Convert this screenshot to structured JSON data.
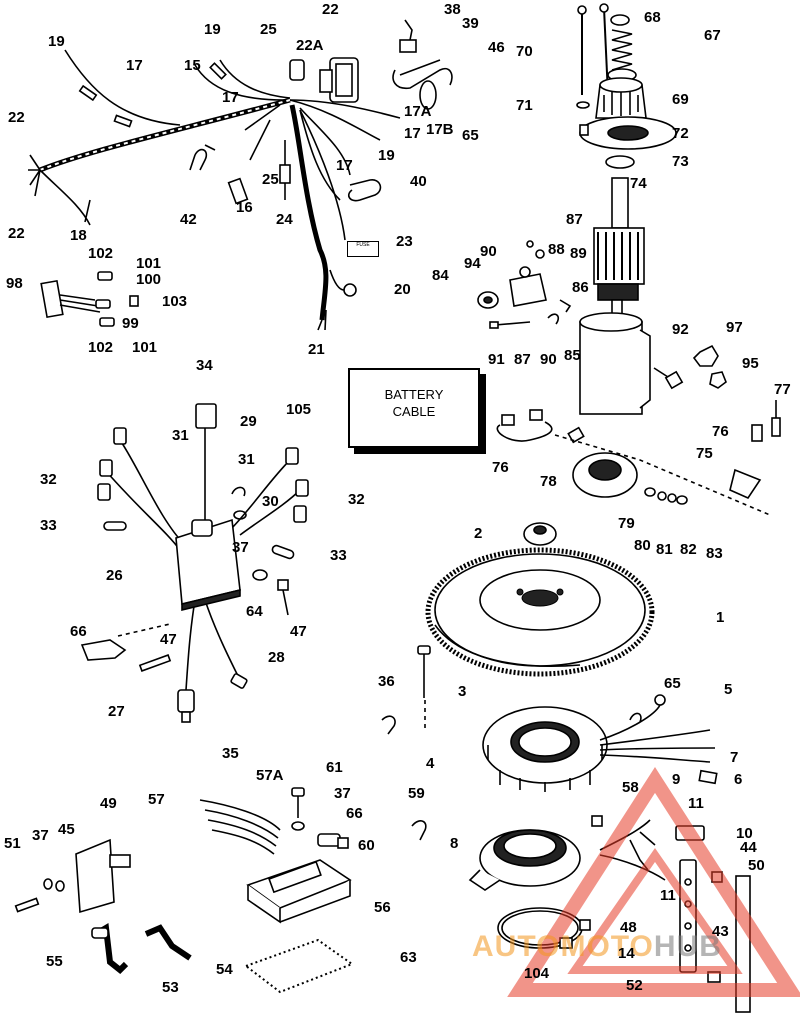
{
  "diagram": {
    "battery_cable_label": "BATTERY\nCABLE",
    "fuse_tag_text": "FUSE",
    "watermark": {
      "part1": "AUTO",
      "part2": "MOTO",
      "part3": "HUB"
    },
    "callouts": [
      {
        "id": "c-38",
        "text": "38"
      },
      {
        "id": "c-39",
        "text": "39"
      },
      {
        "id": "c-46",
        "text": "46"
      },
      {
        "id": "c-22-top",
        "text": "22"
      },
      {
        "id": "c-22a",
        "text": "22A"
      },
      {
        "id": "c-25-top",
        "text": "25"
      },
      {
        "id": "c-19-tl",
        "text": "19"
      },
      {
        "id": "c-17-tl",
        "text": "17"
      },
      {
        "id": "c-15",
        "text": "15"
      },
      {
        "id": "c-19-t",
        "text": "19"
      },
      {
        "id": "c-17-t",
        "text": "17"
      },
      {
        "id": "c-17a",
        "text": "17A"
      },
      {
        "id": "c-17b",
        "text": "17B"
      },
      {
        "id": "c-65-top",
        "text": "65"
      },
      {
        "id": "c-17-r",
        "text": "17"
      },
      {
        "id": "c-19-r",
        "text": "19"
      },
      {
        "id": "c-17-m",
        "text": "17"
      },
      {
        "id": "c-22-l1",
        "text": "22"
      },
      {
        "id": "c-22-l2",
        "text": "22"
      },
      {
        "id": "c-18",
        "text": "18"
      },
      {
        "id": "c-42",
        "text": "42"
      },
      {
        "id": "c-16",
        "text": "16"
      },
      {
        "id": "c-25-m",
        "text": "25"
      },
      {
        "id": "c-24",
        "text": "24"
      },
      {
        "id": "c-40",
        "text": "40"
      },
      {
        "id": "c-23",
        "text": "23"
      },
      {
        "id": "c-20",
        "text": "20"
      },
      {
        "id": "c-21",
        "text": "21"
      },
      {
        "id": "c-70",
        "text": "70"
      },
      {
        "id": "c-68",
        "text": "68"
      },
      {
        "id": "c-67",
        "text": "67"
      },
      {
        "id": "c-71",
        "text": "71"
      },
      {
        "id": "c-69",
        "text": "69"
      },
      {
        "id": "c-72",
        "text": "72"
      },
      {
        "id": "c-73",
        "text": "73"
      },
      {
        "id": "c-74",
        "text": "74"
      },
      {
        "id": "c-87-t",
        "text": "87"
      },
      {
        "id": "c-90-t",
        "text": "90"
      },
      {
        "id": "c-88",
        "text": "88"
      },
      {
        "id": "c-89",
        "text": "89"
      },
      {
        "id": "c-94",
        "text": "94"
      },
      {
        "id": "c-84",
        "text": "84"
      },
      {
        "id": "c-86",
        "text": "86"
      },
      {
        "id": "c-91",
        "text": "91"
      },
      {
        "id": "c-87-b",
        "text": "87"
      },
      {
        "id": "c-90-b",
        "text": "90"
      },
      {
        "id": "c-85",
        "text": "85"
      },
      {
        "id": "c-92",
        "text": "92"
      },
      {
        "id": "c-97",
        "text": "97"
      },
      {
        "id": "c-95",
        "text": "95"
      },
      {
        "id": "c-77",
        "text": "77"
      },
      {
        "id": "c-76-r",
        "text": "76"
      },
      {
        "id": "c-75",
        "text": "75"
      },
      {
        "id": "c-76-l",
        "text": "76"
      },
      {
        "id": "c-78",
        "text": "78"
      },
      {
        "id": "c-79",
        "text": "79"
      },
      {
        "id": "c-80",
        "text": "80"
      },
      {
        "id": "c-81",
        "text": "81"
      },
      {
        "id": "c-82",
        "text": "82"
      },
      {
        "id": "c-83",
        "text": "83"
      },
      {
        "id": "c-102-t",
        "text": "102"
      },
      {
        "id": "c-101-t",
        "text": "101"
      },
      {
        "id": "c-100",
        "text": "100"
      },
      {
        "id": "c-98",
        "text": "98"
      },
      {
        "id": "c-103",
        "text": "103"
      },
      {
        "id": "c-99",
        "text": "99"
      },
      {
        "id": "c-102-b",
        "text": "102"
      },
      {
        "id": "c-101-b",
        "text": "101"
      },
      {
        "id": "c-105",
        "text": "105"
      },
      {
        "id": "c-34",
        "text": "34"
      },
      {
        "id": "c-29",
        "text": "29"
      },
      {
        "id": "c-31-l",
        "text": "31"
      },
      {
        "id": "c-31-r",
        "text": "31"
      },
      {
        "id": "c-32-l",
        "text": "32"
      },
      {
        "id": "c-32-r",
        "text": "32"
      },
      {
        "id": "c-30",
        "text": "30"
      },
      {
        "id": "c-33-l",
        "text": "33"
      },
      {
        "id": "c-37-m",
        "text": "37"
      },
      {
        "id": "c-33-r",
        "text": "33"
      },
      {
        "id": "c-26",
        "text": "26"
      },
      {
        "id": "c-64",
        "text": "64"
      },
      {
        "id": "c-47-r",
        "text": "47"
      },
      {
        "id": "c-66-l",
        "text": "66"
      },
      {
        "id": "c-47-l",
        "text": "47"
      },
      {
        "id": "c-28",
        "text": "28"
      },
      {
        "id": "c-27",
        "text": "27"
      },
      {
        "id": "c-35",
        "text": "35"
      },
      {
        "id": "c-2",
        "text": "2"
      },
      {
        "id": "c-1",
        "text": "1"
      },
      {
        "id": "c-3",
        "text": "3"
      },
      {
        "id": "c-36",
        "text": "36"
      },
      {
        "id": "c-65-b",
        "text": "65"
      },
      {
        "id": "c-5",
        "text": "5"
      },
      {
        "id": "c-4",
        "text": "4"
      },
      {
        "id": "c-7",
        "text": "7"
      },
      {
        "id": "c-6",
        "text": "6"
      },
      {
        "id": "c-9",
        "text": "9"
      },
      {
        "id": "c-58",
        "text": "58"
      },
      {
        "id": "c-11-t",
        "text": "11"
      },
      {
        "id": "c-10",
        "text": "10"
      },
      {
        "id": "c-8",
        "text": "8"
      },
      {
        "id": "c-11-b",
        "text": "11"
      },
      {
        "id": "c-44",
        "text": "44"
      },
      {
        "id": "c-50",
        "text": "50"
      },
      {
        "id": "c-48",
        "text": "48"
      },
      {
        "id": "c-43",
        "text": "43"
      },
      {
        "id": "c-14",
        "text": "14"
      },
      {
        "id": "c-104",
        "text": "104"
      },
      {
        "id": "c-52",
        "text": "52"
      },
      {
        "id": "c-61",
        "text": "61"
      },
      {
        "id": "c-57a",
        "text": "57A"
      },
      {
        "id": "c-57",
        "text": "57"
      },
      {
        "id": "c-37-b",
        "text": "37"
      },
      {
        "id": "c-66-b",
        "text": "66"
      },
      {
        "id": "c-60",
        "text": "60"
      },
      {
        "id": "c-59",
        "text": "59"
      },
      {
        "id": "c-49",
        "text": "49"
      },
      {
        "id": "c-51",
        "text": "51"
      },
      {
        "id": "c-37-bl",
        "text": "37"
      },
      {
        "id": "c-45",
        "text": "45"
      },
      {
        "id": "c-56",
        "text": "56"
      },
      {
        "id": "c-55",
        "text": "55"
      },
      {
        "id": "c-54",
        "text": "54"
      },
      {
        "id": "c-53",
        "text": "53"
      },
      {
        "id": "c-63",
        "text": "63"
      }
    ]
  }
}
